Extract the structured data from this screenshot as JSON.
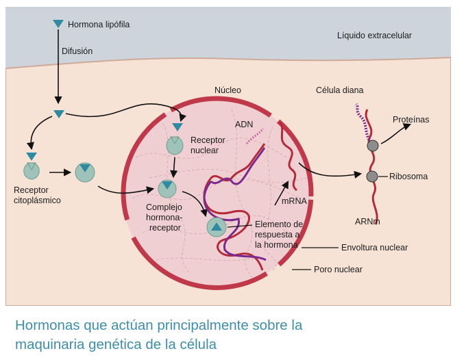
{
  "diagram": {
    "labels": {
      "hormone": "Hormona lipófila",
      "diffusion": "Difusión",
      "extracellular": "Líquido extracelular",
      "target_cell": "Célula diana",
      "nucleus": "Núcleo",
      "dna": "ADN",
      "nuclear_receptor_1": "Receptor",
      "nuclear_receptor_2": "nuclear",
      "cyto_receptor_1": "Receptor",
      "cyto_receptor_2": "citoplásmico",
      "complex_1": "Complejo",
      "complex_2": "hormona-",
      "complex_3": "receptor",
      "mrna": "mRNA",
      "hre_1": "Elemento de",
      "hre_2": "respuesta a",
      "hre_3": "la hormona",
      "nuclear_envelope": "Envoltura nuclear",
      "nuclear_pore": "Poro nuclear",
      "proteins": "Proteínas",
      "ribosome": "Ribosoma",
      "arnm": "ARNm"
    },
    "colors": {
      "extracellular": "#ced4db",
      "cytoplasm": "#f6e3d6",
      "nucleus_fill": "#f0cfd2",
      "envelope": "#c0394a",
      "receptor": "#9fc3b8",
      "hormone": "#2e8aa0",
      "dna": "#b42a3a",
      "dna_loop": "#7a2a8f"
    }
  },
  "caption": {
    "line1": "Hormonas que actúan principalmente sobre la",
    "line2": "maquinaria genética de la célula"
  }
}
